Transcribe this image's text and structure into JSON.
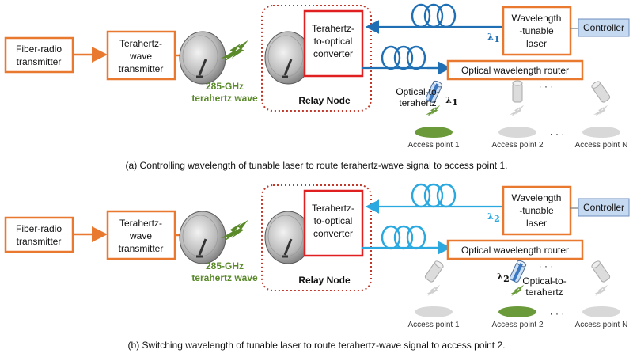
{
  "panels": [
    {
      "id": "a",
      "active_ap": 1,
      "fiber_color": "#1f6fb5",
      "caption": "(a) Controlling wavelength of tunable laser to route terahertz-wave signal to access point 1.",
      "lambda": "λ1"
    },
    {
      "id": "b",
      "active_ap": 2,
      "fiber_color": "#2aa8e0",
      "caption": "(b) Switching wavelength of tunable laser to route terahertz-wave signal to access point 2.",
      "lambda": "λ2"
    }
  ],
  "labels": {
    "fiber_radio": [
      "Fiber-radio",
      "transmitter"
    ],
    "thz_tx": [
      "Terahertz-",
      "wave",
      "transmitter"
    ],
    "freq": [
      "285-GHz",
      "terahertz wave"
    ],
    "converter": [
      "Terahertz-",
      "to-optical",
      "converter"
    ],
    "relay": "Relay Node",
    "laser": [
      "Wavelength",
      "-tunable",
      "laser"
    ],
    "controller": "Controller",
    "router": "Optical wavelength router",
    "o2t": [
      "Optical-to-",
      "terahertz"
    ],
    "ap": [
      "Access point 1",
      "Access point 2",
      "Access point N"
    ],
    "dots": "· · ·"
  },
  "colors": {
    "orange": "#e8792f",
    "red": "#e02020",
    "relay_border": "#c0392b",
    "controller_fill": "#c5d9f1",
    "controller_border": "#6f8fbf",
    "green": "#5a8a2a",
    "active_dish": "#6a9a3a",
    "inactive_dish": "#d8d8d8"
  }
}
